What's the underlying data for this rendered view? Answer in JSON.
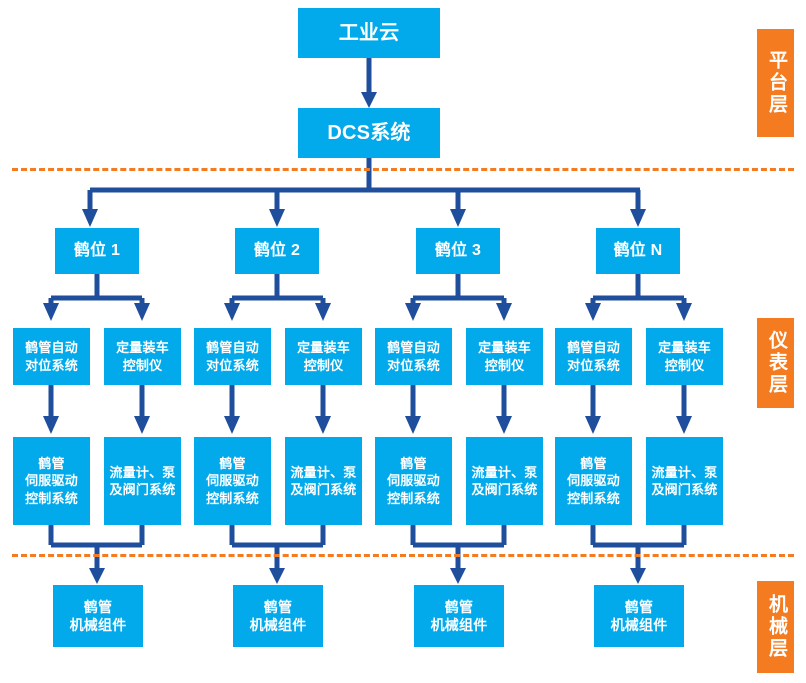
{
  "diagram": {
    "title_nodes": {
      "cloud": "工业云",
      "dcs": "DCS系统"
    },
    "layer_tags": [
      {
        "id": "platform",
        "label": "平台层",
        "color": "#F47B20"
      },
      {
        "id": "instrument",
        "label": "仪表层",
        "color": "#F47B20"
      },
      {
        "id": "mechanical",
        "label": "机械层",
        "color": "#F47B20"
      }
    ],
    "stations": [
      {
        "label": "鹤位 1"
      },
      {
        "label": "鹤位 2"
      },
      {
        "label": "鹤位 3"
      },
      {
        "label": "鹤位 N"
      }
    ],
    "instrument_row": [
      "鹤管自动\n对位系统",
      "定量装车\n控制仪",
      "鹤管自动\n对位系统",
      "定量装车\n控制仪",
      "鹤管自动\n对位系统",
      "定量装车\n控制仪",
      "鹤管自动\n对位系统",
      "定量装车\n控制仪"
    ],
    "servo_row": [
      "鹤管\n伺服驱动\n控制系统",
      "流量计、泵\n及阀门系统",
      "鹤管\n伺服驱动\n控制系统",
      "流量计、泵\n及阀门系统",
      "鹤管\n伺服驱动\n控制系统",
      "流量计、泵\n及阀门系统",
      "鹤管\n伺服驱动\n控制系统",
      "流量计、泵\n及阀门系统"
    ],
    "mechanical_row": [
      "鹤管\n机械组件",
      "鹤管\n机械组件",
      "鹤管\n机械组件",
      "鹤管\n机械组件"
    ],
    "colors": {
      "node_fill": "#02AAEC",
      "connector": "#1F4E9C",
      "layer_tag": "#F47B20",
      "divider": "#F47B20",
      "text": "#FFFFFF",
      "background": "#FFFFFF"
    }
  }
}
